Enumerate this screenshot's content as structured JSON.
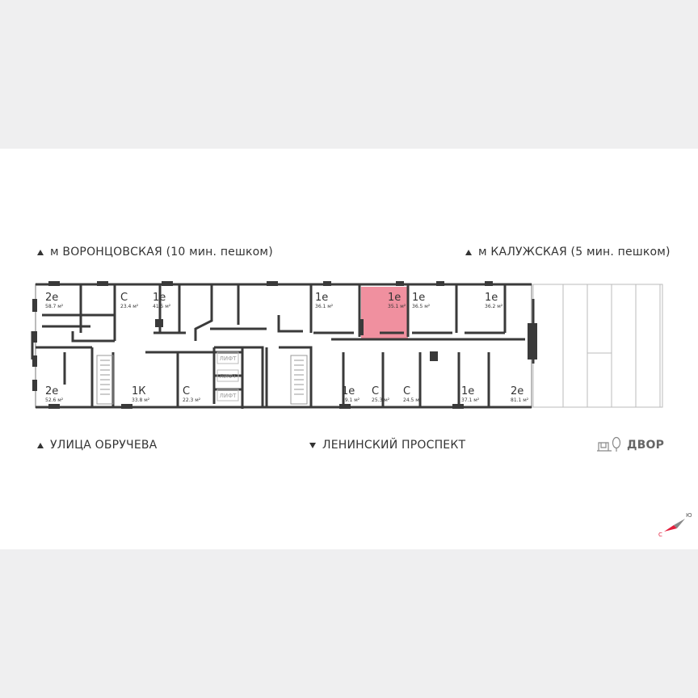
{
  "labels": {
    "metro_left": "м ВОРОНЦОВСКАЯ  (10 мин. пешком)",
    "metro_right": "м КАЛУЖСКАЯ (5 мин. пешком)",
    "street_left": "УЛИЦА ОБРУЧЕВА",
    "street_center": "ЛЕНИНСКИЙ ПРОСПЕКТ",
    "yard": "ДВОР"
  },
  "lift_label": "ЛИФТ",
  "compass": {
    "north": "С",
    "south": "Ю"
  },
  "colors": {
    "highlight": "#f0909f",
    "walls": "#3a3a3a",
    "accent": "#e31e3c"
  },
  "units": [
    {
      "type": "2е",
      "area": "58.7 м²"
    },
    {
      "type": "С",
      "area": "23.4 м²"
    },
    {
      "type": "1е",
      "area": "41.5 м²"
    },
    {
      "type": "1е",
      "area": "36.1 м²"
    },
    {
      "type": "1е",
      "area": "35.1 м²",
      "selected": true
    },
    {
      "type": "1е",
      "area": "36.5 м²"
    },
    {
      "type": "1е",
      "area": "36.2 м²"
    },
    {
      "type": "2е",
      "area": "52.6 м²"
    },
    {
      "type": "1К",
      "area": "33.8 м²"
    },
    {
      "type": "С",
      "area": "22.3 м²"
    },
    {
      "type": "1е",
      "area": "39.1 м²"
    },
    {
      "type": "С",
      "area": "25.3 м²"
    },
    {
      "type": "С",
      "area": "24.5 м²"
    },
    {
      "type": "1е",
      "area": "37.1 м²"
    },
    {
      "type": "2е",
      "area": "81.1 м²"
    }
  ]
}
